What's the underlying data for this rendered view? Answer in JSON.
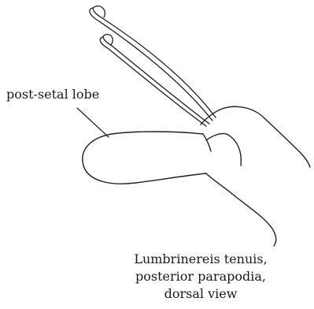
{
  "labels": {
    "post_setal_lobe": "post-setal lobe"
  },
  "caption": {
    "line1": "Lumbrinereis tenuis,",
    "line2": "posterior parapodia,",
    "line3": "dorsal view"
  }
}
